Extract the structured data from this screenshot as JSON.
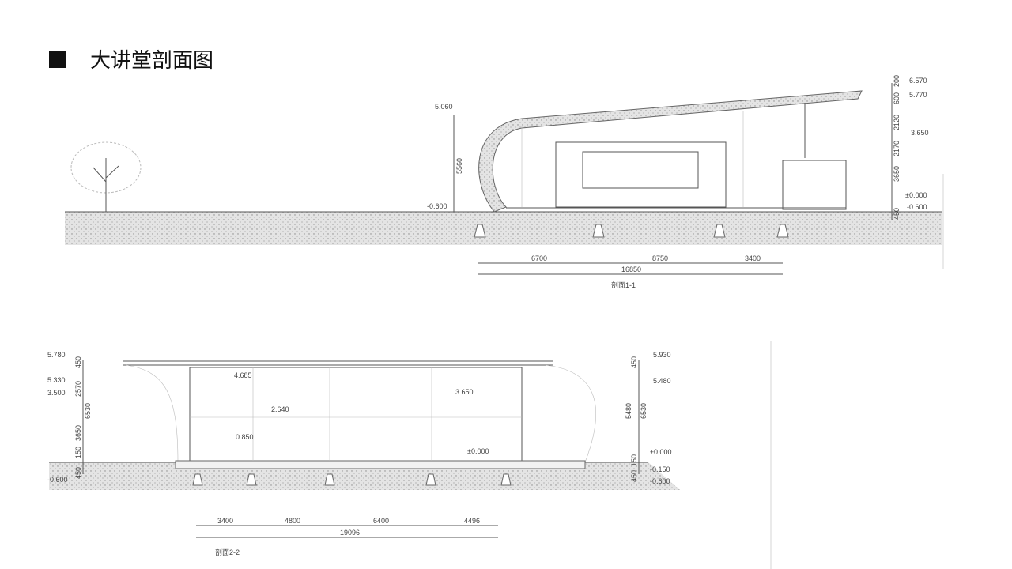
{
  "title": "大讲堂剖面图",
  "section1": {
    "label": "剖面1-1",
    "dims": [
      "6700",
      "8750",
      "3400"
    ],
    "total": "16850",
    "left_elev": [
      "5.060",
      "-0.600"
    ],
    "left_dim": "5560",
    "right_elev": [
      "6.570",
      "5.770",
      "3.650",
      "±0.000",
      "-0.600"
    ],
    "right_dims": [
      "200",
      "600",
      "2120",
      "2170",
      "3650",
      "450"
    ]
  },
  "section2": {
    "label": "剖面2-2",
    "dims": [
      "3400",
      "4800",
      "6400",
      "4496"
    ],
    "total": "19096",
    "left_elev": [
      "5.780",
      "5.330",
      "3.500",
      "-0.600"
    ],
    "left_dims": [
      "450",
      "2570",
      "6530",
      "3650",
      "150",
      "450"
    ],
    "right_elev": [
      "5.930",
      "5.480",
      "±0.000",
      "-0.150",
      "-0.600"
    ],
    "right_dims": [
      "450",
      "5480",
      "6530",
      "150",
      "450"
    ],
    "inner_elev": [
      "4.685",
      "2.640",
      "0.850",
      "3.650",
      "±0.000"
    ]
  },
  "colors": {
    "ground": "#d9d9d9",
    "line": "#555555"
  }
}
